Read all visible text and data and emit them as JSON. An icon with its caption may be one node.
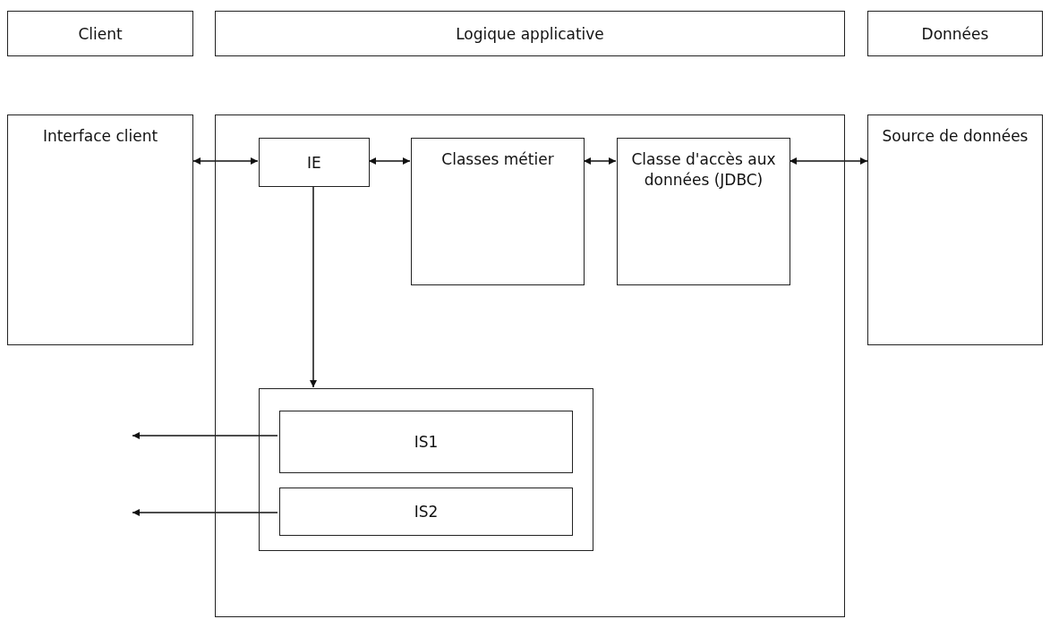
{
  "diagram": {
    "nodes": [
      {
        "text": [
          "Client"
        ]
      },
      {
        "text": [
          "Logique applicative"
        ]
      },
      {
        "text": [
          "Données"
        ]
      },
      {
        "text": [
          "Interface client"
        ]
      },
      {
        "text": [],
        "shape": "box"
      },
      {
        "text": [
          "IE"
        ],
        "in": 4
      },
      {
        "text": [
          "Classes métier"
        ],
        "in": 4
      },
      {
        "text": [
          "Classe d'accès aux données (JDBC)"
        ],
        "in": 4
      },
      {
        "text": [
          "Source de données"
        ]
      },
      {
        "text": [],
        "shape": "box",
        "in": 4
      },
      {
        "text": [
          "IS1"
        ],
        "in": 9
      },
      {
        "text": [
          "IS2"
        ],
        "in": 9
      }
    ],
    "edges": [
      {
        "from": 3,
        "to": 5,
        "arrow": "both"
      },
      {
        "from": 5,
        "to": 6,
        "arrow": "both"
      },
      {
        "from": 6,
        "to": 7,
        "arrow": "both"
      },
      {
        "from": 7,
        "to": 8,
        "arrow": "both"
      },
      {
        "from": 5,
        "to": 9,
        "arrow": "to"
      },
      {
        "from": 10,
        "to": null,
        "arrow": "to"
      },
      {
        "from": 11,
        "to": null,
        "arrow": "to"
      }
    ]
  }
}
